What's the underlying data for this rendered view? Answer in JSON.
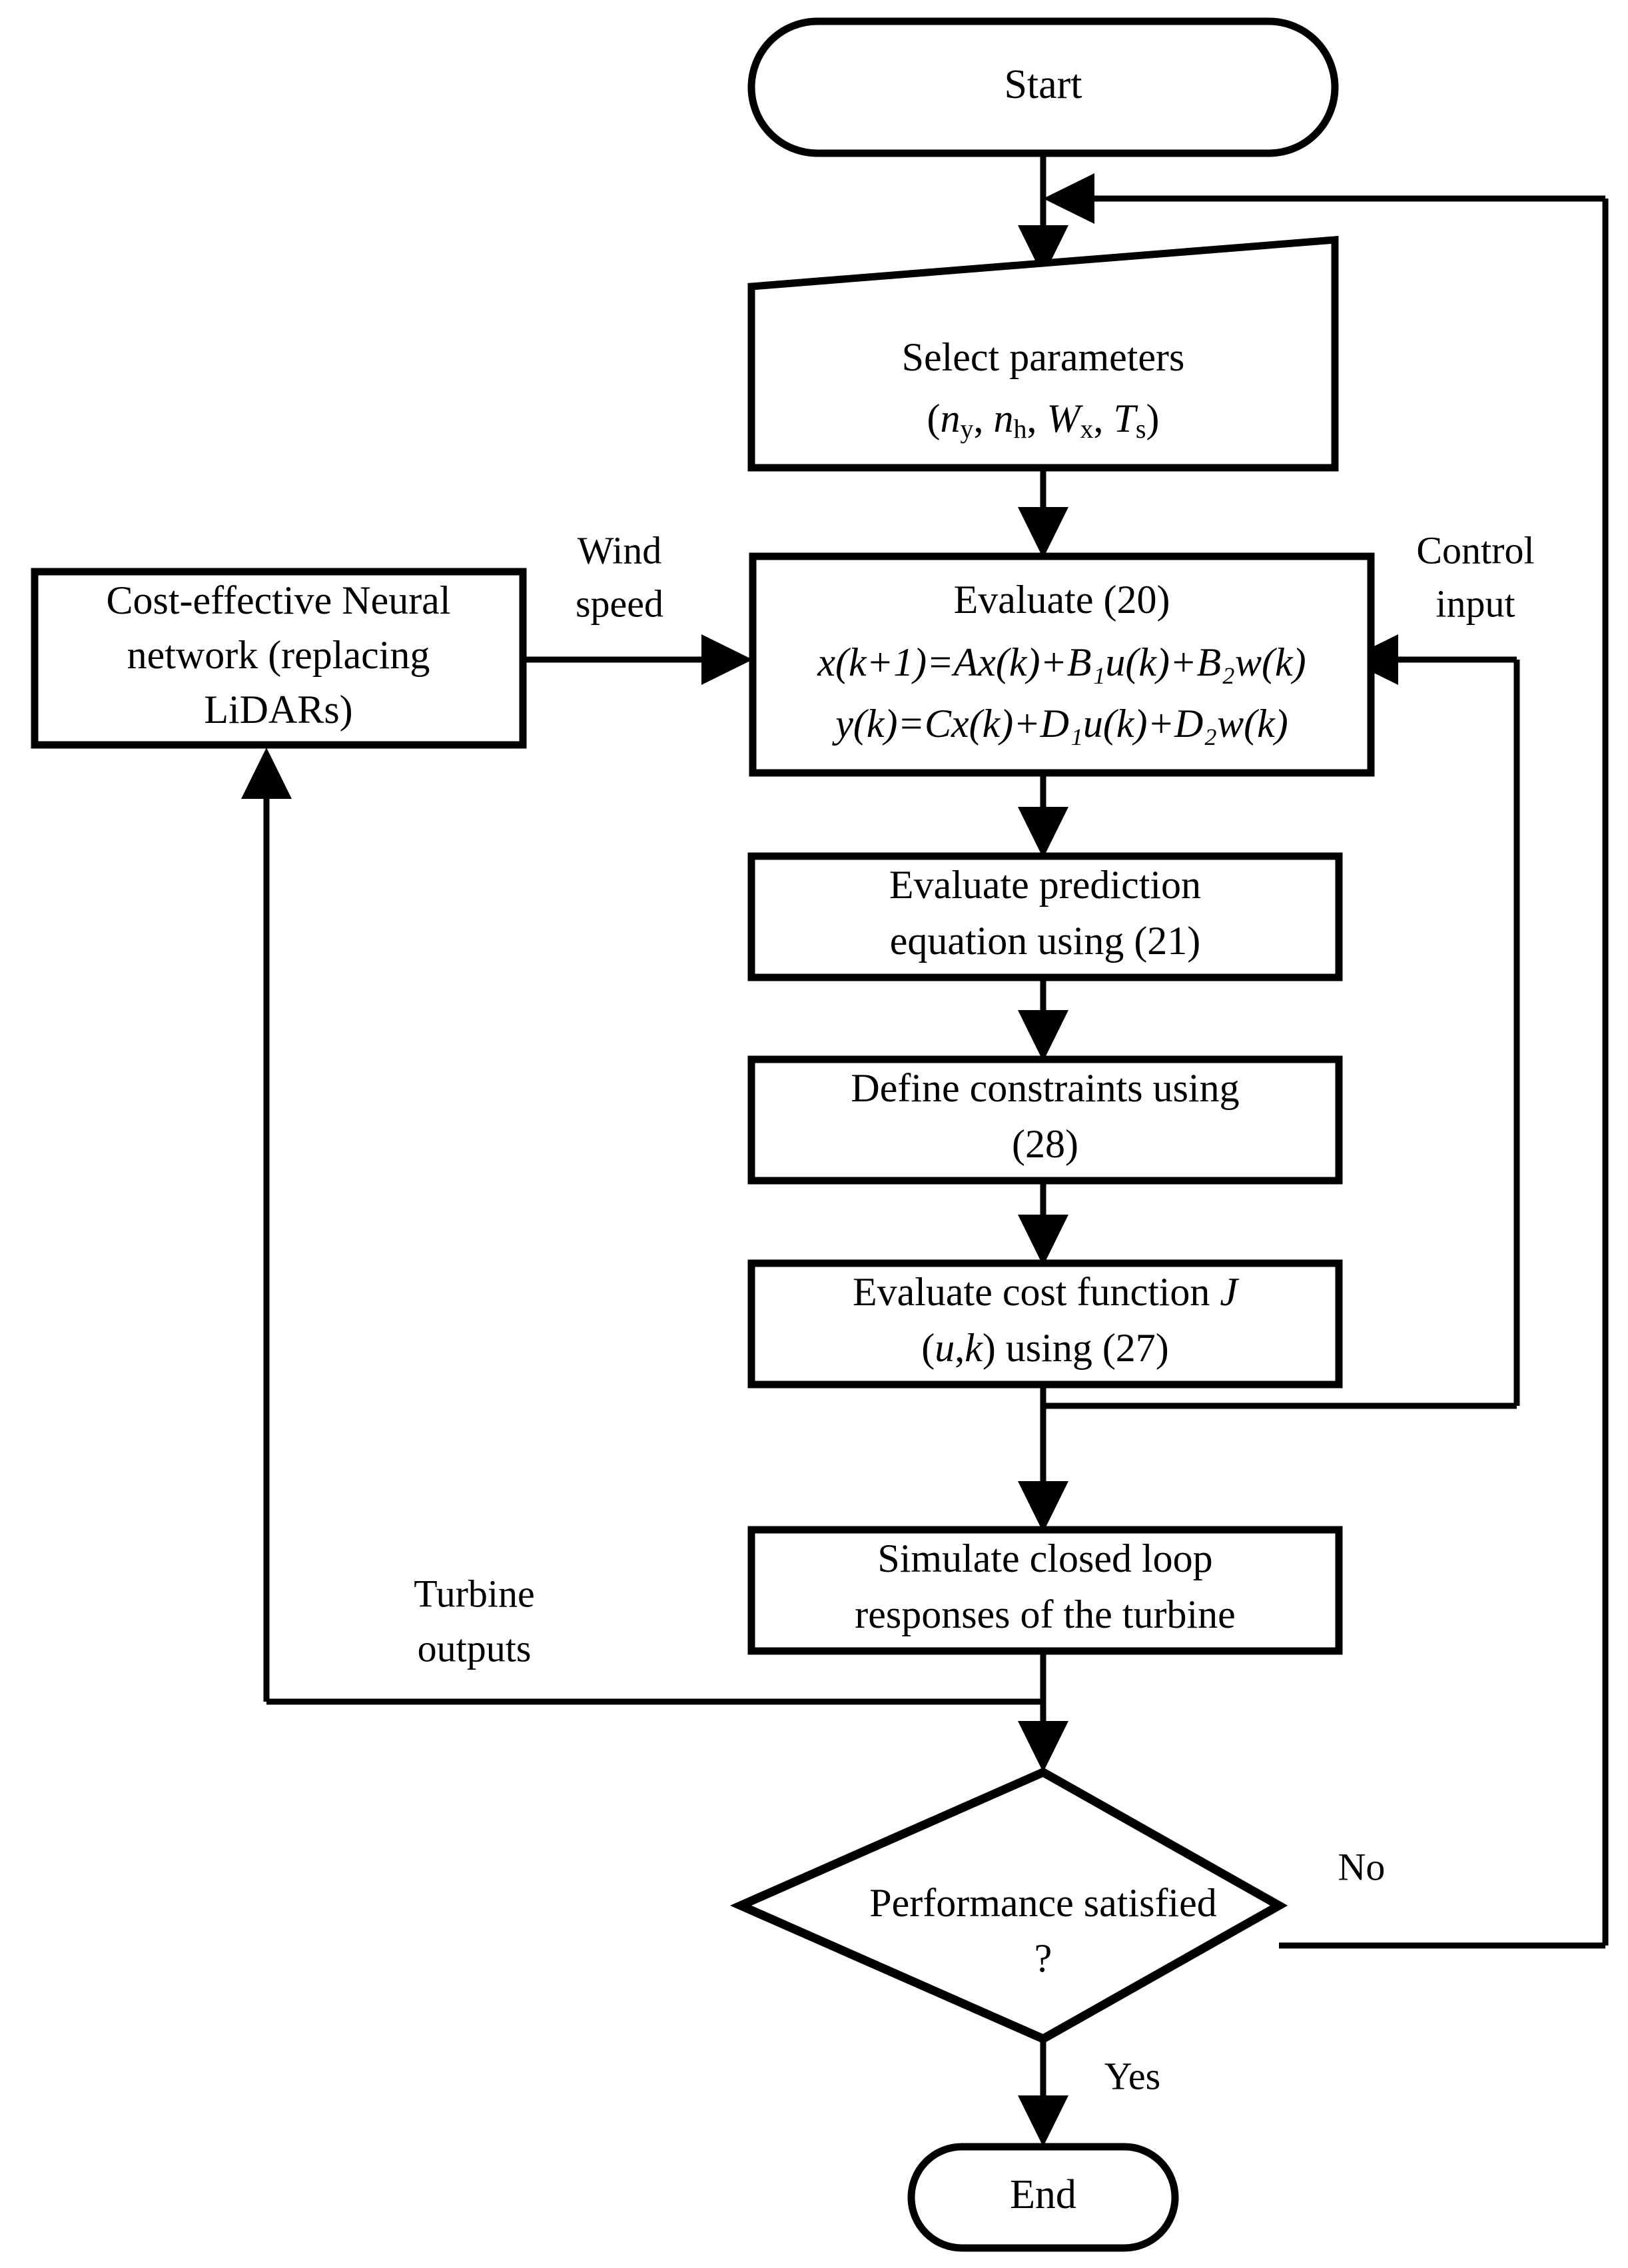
{
  "diagram": {
    "title": "MPC wind turbine control flowchart",
    "line_color": "#000000",
    "fill_color": "#ffffff",
    "stroke_width": 9
  },
  "nodes": {
    "start": {
      "label": "Start",
      "shape": "terminator"
    },
    "select_params": {
      "shape": "manual-input",
      "line1": "Select parameters",
      "line2_prefix": "(",
      "params": [
        {
          "base": "n",
          "sub": "y"
        },
        {
          "base": "n",
          "sub": "h"
        },
        {
          "base": "W",
          "sub": "x"
        },
        {
          "base": "T",
          "sub": "s"
        }
      ],
      "line2_suffix": ")"
    },
    "evaluate20": {
      "shape": "process",
      "line1": "Evaluate (20)",
      "eq1": "x(k+1)=Ax(k)+B₁u(k)+B₂w(k)",
      "eq2": "y(k)=Cx(k)+D₁u(k)+D₂w(k)"
    },
    "prediction": {
      "shape": "process",
      "line1": "Evaluate prediction",
      "line2": "equation using (21)"
    },
    "constraints": {
      "shape": "process",
      "line1": "Define constraints using",
      "line2": "(28)"
    },
    "cost": {
      "shape": "process",
      "line1": "Evaluate cost function J",
      "line2": "(u,k) using (27)"
    },
    "simulate": {
      "shape": "process",
      "line1": "Simulate closed loop",
      "line2": "responses of the turbine"
    },
    "decision": {
      "shape": "decision",
      "line1": "Performance satisfied",
      "line2": "?"
    },
    "end": {
      "label": "End",
      "shape": "terminator"
    },
    "neural_net": {
      "shape": "process",
      "line1": "Cost-effective Neural",
      "line2": "network (replacing",
      "line3": "LiDARs)"
    }
  },
  "edge_labels": {
    "wind_speed": {
      "line1": "Wind",
      "line2": "speed"
    },
    "control_input": {
      "line1": "Control",
      "line2": "input"
    },
    "turbine_outputs": {
      "line1": "Turbine",
      "line2": "outputs"
    },
    "no": "No",
    "yes": "Yes"
  }
}
